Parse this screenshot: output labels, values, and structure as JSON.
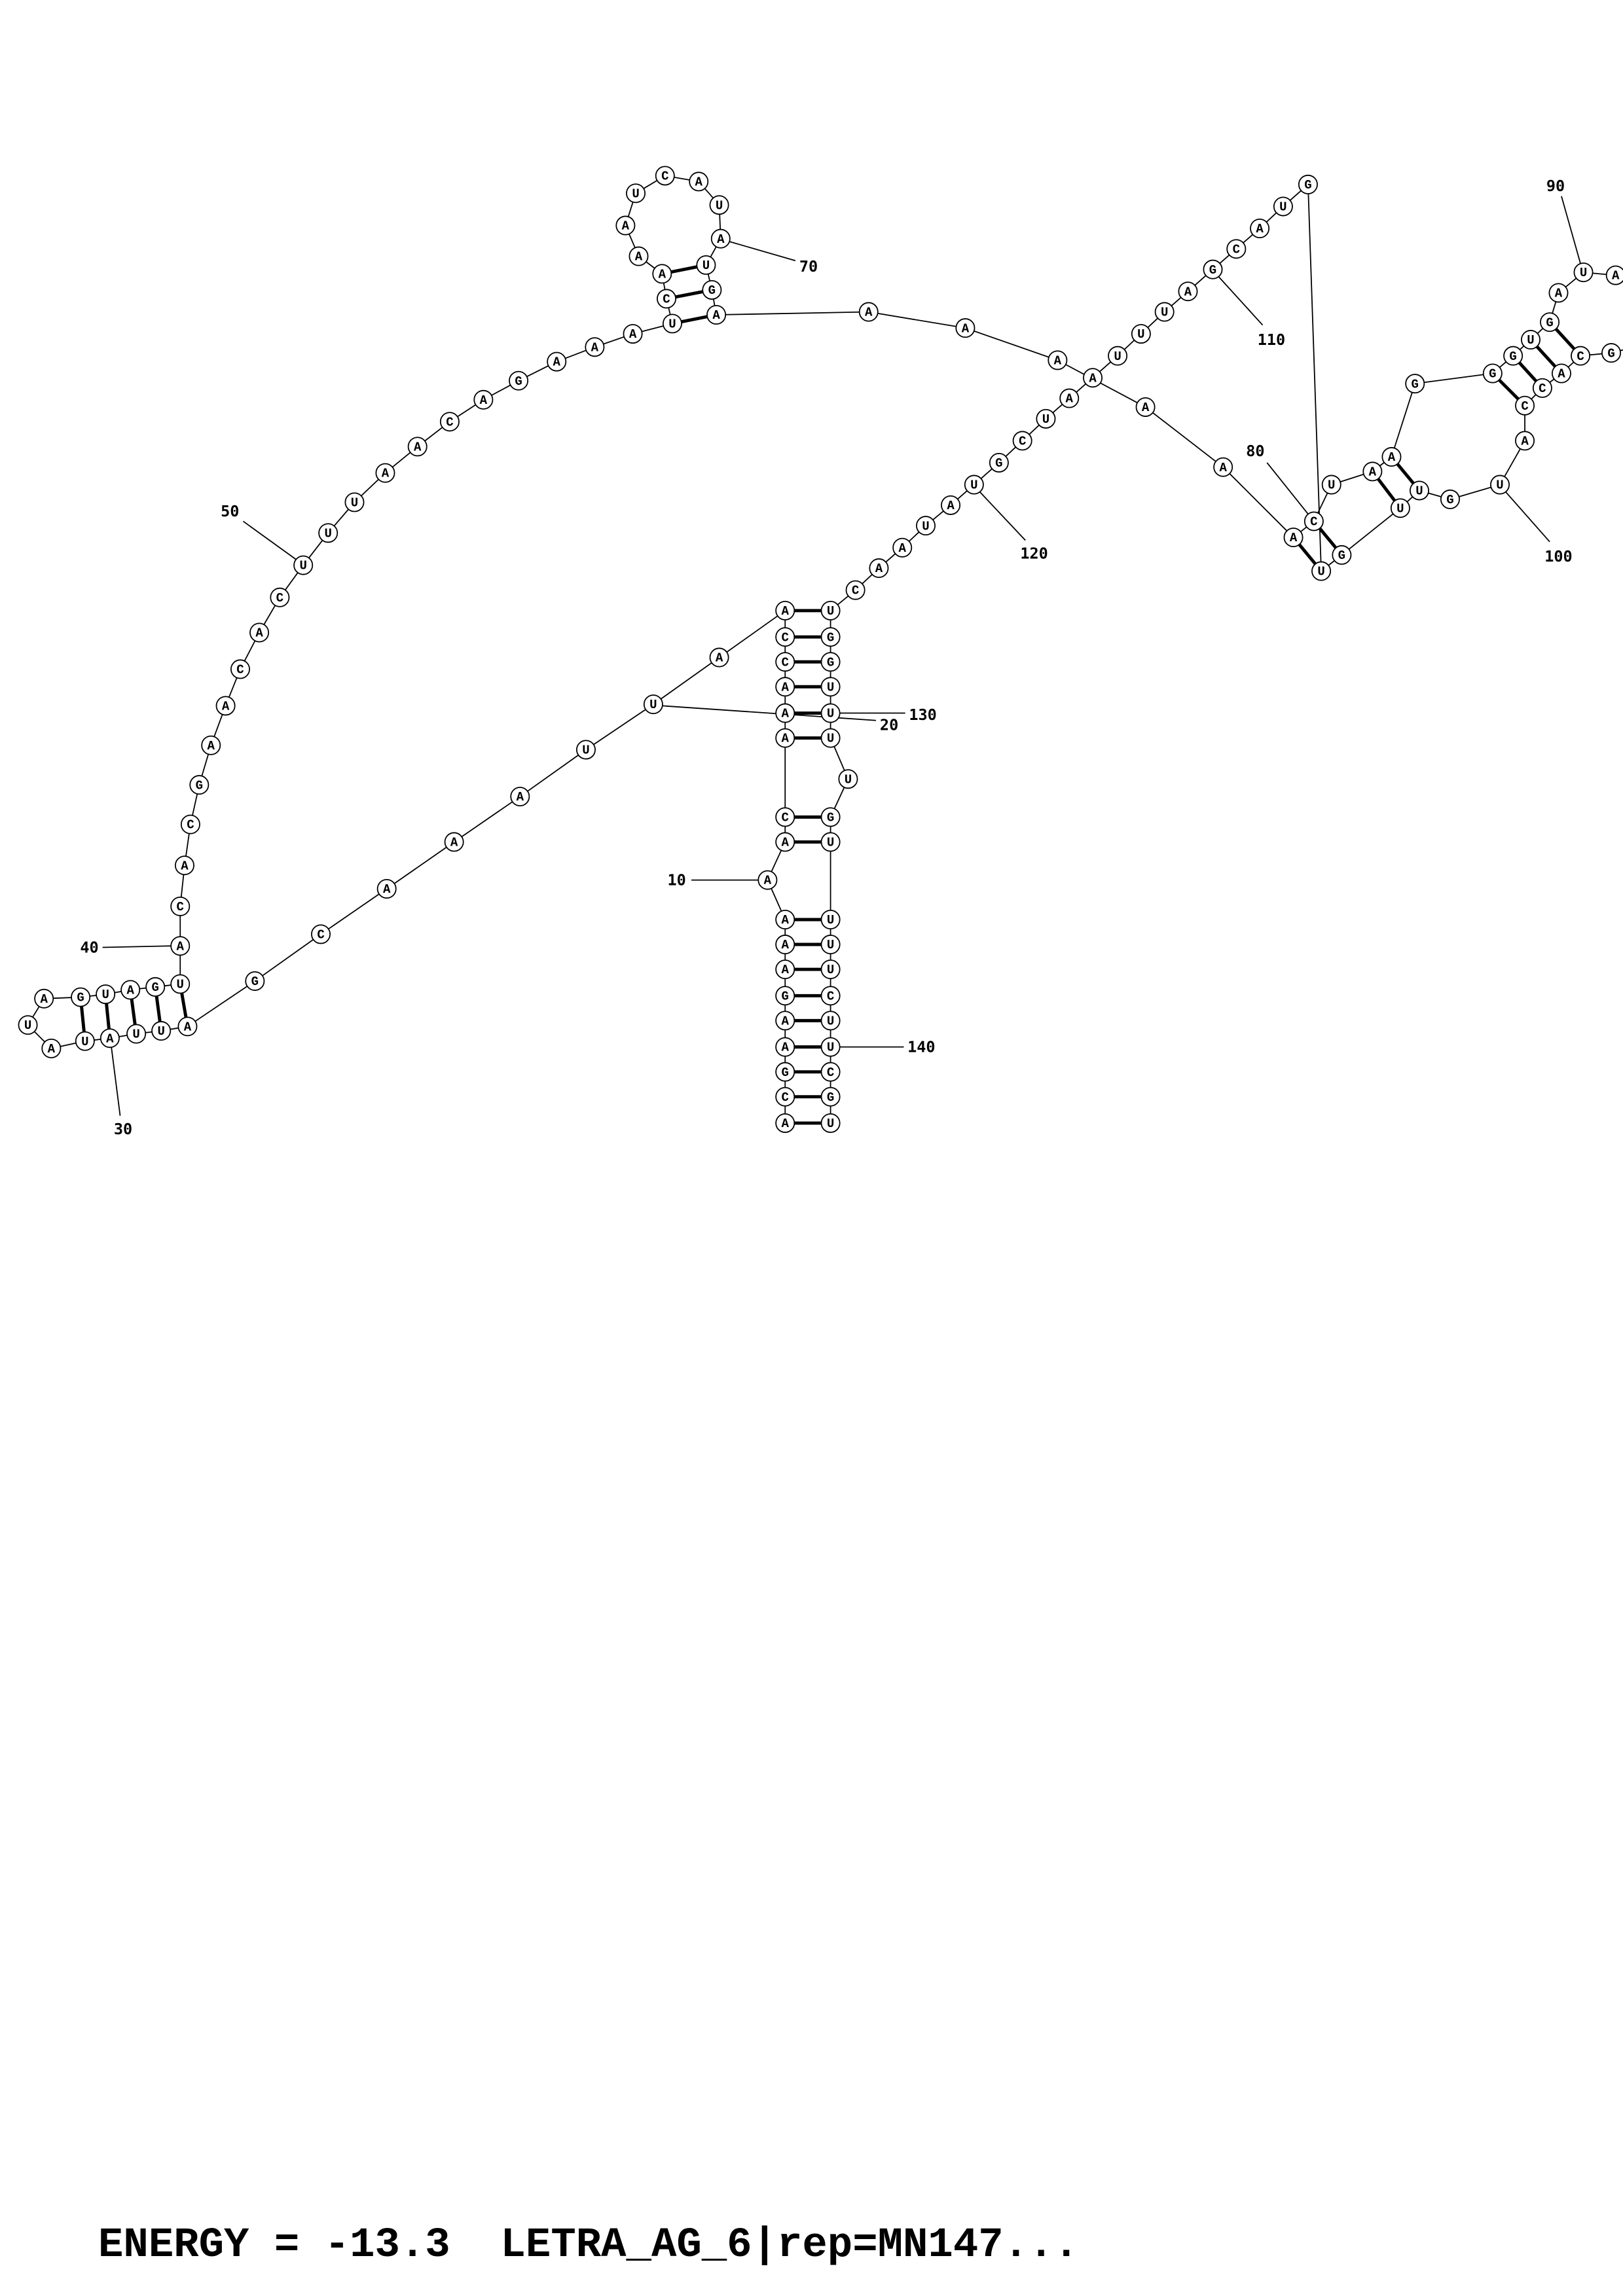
{
  "structure": {
    "sequence": [
      "A",
      "C",
      "G",
      "A",
      "A",
      "G",
      "A",
      "A",
      "A",
      "A",
      "A",
      "C",
      "A",
      "A",
      "A",
      "C",
      "C",
      "A",
      "A",
      "U",
      "U",
      "A",
      "A",
      "A",
      "C",
      "G",
      "A",
      "U",
      "U",
      "A",
      "U",
      "A",
      "U",
      "A",
      "G",
      "U",
      "A",
      "G",
      "U",
      "A",
      "C",
      "A",
      "C",
      "G",
      "A",
      "A",
      "C",
      "A",
      "C",
      "U",
      "U",
      "U",
      "A",
      "A",
      "C",
      "A",
      "G",
      "A",
      "A",
      "A",
      "U",
      "C",
      "A",
      "A",
      "A",
      "U",
      "C",
      "A",
      "U",
      "A",
      "U",
      "G",
      "A",
      "A",
      "A",
      "A",
      "A",
      "A",
      "A",
      "C",
      "U",
      "A",
      "A",
      "G",
      "G",
      "G",
      "U",
      "G",
      "A",
      "U",
      "A",
      "",
      "",
      "G",
      "C",
      "A",
      "C",
      "C",
      "A",
      "U",
      "G",
      "U",
      "U",
      "G",
      "U",
      "G",
      "U",
      "A",
      "C",
      "G",
      "A",
      "U",
      "U",
      "U",
      "A",
      "A",
      "U",
      "C",
      "G",
      "U",
      "A",
      "U",
      "A",
      "A",
      "C",
      "U",
      "G",
      "G",
      "U",
      "U",
      "U",
      "U",
      "G",
      "U",
      "U",
      "U",
      "U",
      "C",
      "U",
      "U",
      "C",
      "G",
      "U"
    ],
    "base_pairs": [
      [
        1,
        143
      ],
      [
        2,
        142
      ],
      [
        3,
        141
      ],
      [
        4,
        140
      ],
      [
        5,
        139
      ],
      [
        6,
        138
      ],
      [
        7,
        137
      ],
      [
        8,
        136
      ],
      [
        9,
        135
      ],
      [
        11,
        134
      ],
      [
        12,
        133
      ],
      [
        13,
        131
      ],
      [
        14,
        130
      ],
      [
        15,
        129
      ],
      [
        16,
        128
      ],
      [
        17,
        127
      ],
      [
        18,
        126
      ],
      [
        27,
        39
      ],
      [
        28,
        38
      ],
      [
        29,
        37
      ],
      [
        30,
        36
      ],
      [
        31,
        35
      ],
      [
        61,
        73
      ],
      [
        62,
        72
      ],
      [
        63,
        71
      ],
      [
        79,
        105
      ],
      [
        80,
        104
      ],
      [
        82,
        103
      ],
      [
        83,
        102
      ],
      [
        85,
        98
      ],
      [
        86,
        97
      ],
      [
        87,
        96
      ],
      [
        88,
        95
      ]
    ],
    "position_labels": [
      "10",
      "20",
      "30",
      "40",
      "50",
      "70",
      "80",
      "90",
      "100",
      "110",
      "120",
      "130",
      "140"
    ]
  },
  "footer": "ENERGY = -13.3  LETRA_AG_6|rep=MN147..."
}
